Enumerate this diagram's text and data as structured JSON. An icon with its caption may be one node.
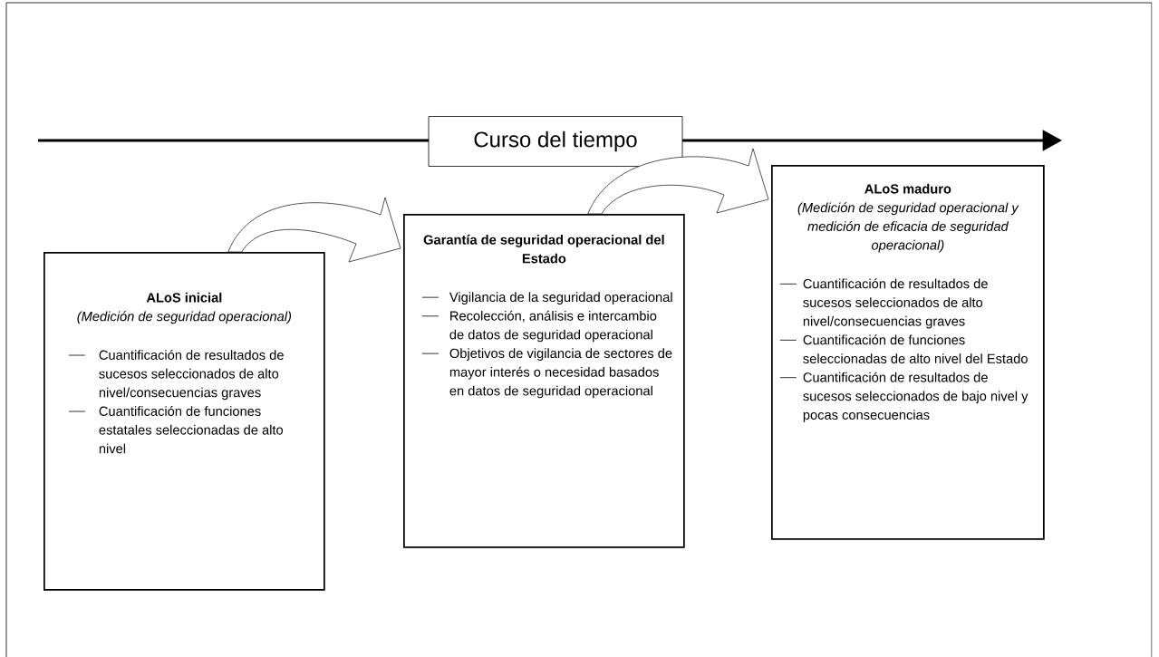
{
  "diagram": {
    "nodes": [
      {
        "text": [
          "Curso del tiempo"
        ]
      },
      {
        "text": [
          "ALoS inicial",
          "(Medición de seguridad operacional)",
          "Cuantificación de resultados de sucesos seleccionados de alto nivel/consecuencias graves",
          "Cuantificación de funciones estatales seleccionadas de alto nivel"
        ]
      },
      {
        "text": [
          "Garantía de seguridad operacional del Estado",
          "Vigilancia de la seguridad operacional",
          "Recolección, análisis e intercambio de datos de seguridad operacional",
          "Objetivos de vigilancia de sectores de mayor interés o necesidad basados en datos de seguridad operacional"
        ]
      },
      {
        "text": [
          "ALoS maduro",
          "(Medición de seguridad operacional y medición de eficacia de seguridad operacional)",
          "Cuantificación de resultados de sucesos seleccionados de alto nivel/consecuencias graves",
          "Cuantificación de funciones seleccionadas de alto nivel del Estado",
          "Cuantificación de resultados de sucesos seleccionados de bajo nivel y pocas consecuencias"
        ]
      }
    ],
    "edges": [
      {
        "from": 1,
        "to": 2,
        "arrow": "to"
      },
      {
        "from": 2,
        "to": 3,
        "arrow": "to"
      }
    ]
  }
}
